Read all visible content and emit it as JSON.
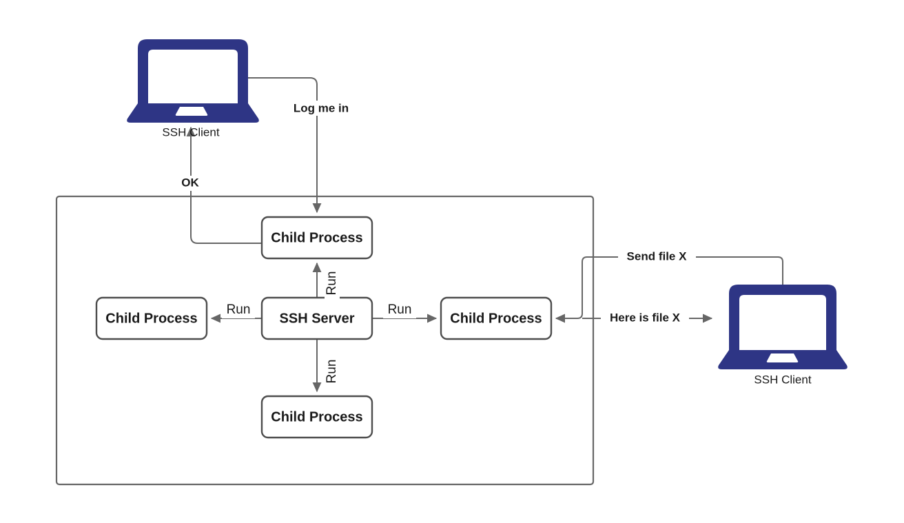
{
  "diagram": {
    "title": "SSH Server child process architecture",
    "colors": {
      "laptop_navy": "#2e3585",
      "node_border": "#4d4d4d",
      "edge_stroke": "#666666",
      "text": "#1a1a1a",
      "background": "#ffffff"
    },
    "container": {
      "name": "ssh-server-host-boundary",
      "label": ""
    },
    "nodes": [
      {
        "id": "client_top",
        "type": "laptop",
        "label": "SSH Client",
        "label_weight": "normal"
      },
      {
        "id": "client_right",
        "type": "laptop",
        "label": "SSH Client",
        "label_weight": "normal"
      },
      {
        "id": "child_top",
        "type": "process",
        "label": "Child Process",
        "label_weight": "bold"
      },
      {
        "id": "child_left",
        "type": "process",
        "label": "Child Process",
        "label_weight": "bold"
      },
      {
        "id": "child_right",
        "type": "process",
        "label": "Child Process",
        "label_weight": "bold"
      },
      {
        "id": "child_bottom",
        "type": "process",
        "label": "Child Process",
        "label_weight": "bold"
      },
      {
        "id": "ssh_server",
        "type": "process",
        "label": "SSH Server",
        "label_weight": "bold"
      }
    ],
    "edges": [
      {
        "id": "e_login",
        "from": "client_top",
        "to": "child_top",
        "label": "Log me in",
        "weight": "bold",
        "orientation": "horizontal"
      },
      {
        "id": "e_ok",
        "from": "child_top",
        "to": "client_top",
        "label": "OK",
        "weight": "bold",
        "orientation": "horizontal"
      },
      {
        "id": "e_run_up",
        "from": "ssh_server",
        "to": "child_top",
        "label": "Run",
        "weight": "normal",
        "orientation": "vertical"
      },
      {
        "id": "e_run_left",
        "from": "ssh_server",
        "to": "child_left",
        "label": "Run",
        "weight": "normal",
        "orientation": "horizontal"
      },
      {
        "id": "e_run_right",
        "from": "ssh_server",
        "to": "child_right",
        "label": "Run",
        "weight": "normal",
        "orientation": "horizontal"
      },
      {
        "id": "e_run_down",
        "from": "ssh_server",
        "to": "child_bottom",
        "label": "Run",
        "weight": "normal",
        "orientation": "vertical"
      },
      {
        "id": "e_send_file",
        "from": "client_right",
        "to": "child_right",
        "label": "Send file X",
        "weight": "bold",
        "orientation": "horizontal"
      },
      {
        "id": "e_here_file",
        "from": "child_right",
        "to": "client_right",
        "label": "Here is file X",
        "weight": "bold",
        "orientation": "horizontal"
      }
    ]
  }
}
